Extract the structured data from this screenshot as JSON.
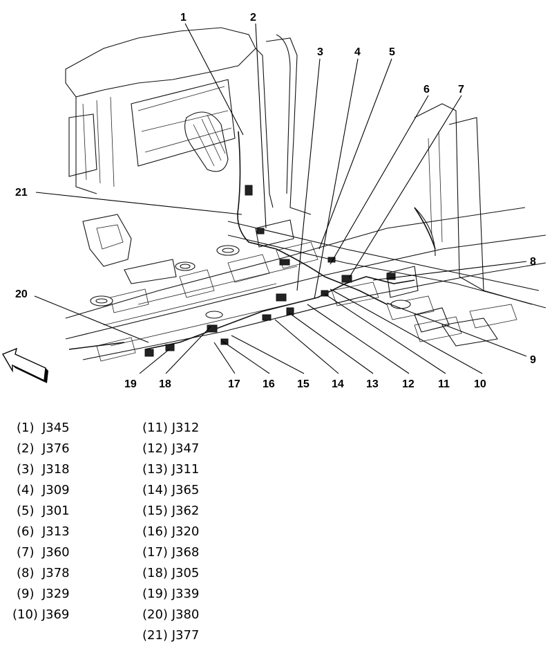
{
  "callouts": [
    "1",
    "2",
    "3",
    "4",
    "5",
    "6",
    "7",
    "8",
    "9",
    "10",
    "11",
    "12",
    "13",
    "14",
    "15",
    "16",
    "17",
    "18",
    "19",
    "20",
    "21"
  ],
  "legend": {
    "left": [
      {
        "num": "(1)",
        "code": "J345"
      },
      {
        "num": "(2)",
        "code": "J376"
      },
      {
        "num": "(3)",
        "code": "J318"
      },
      {
        "num": "(4)",
        "code": "J309"
      },
      {
        "num": "(5)",
        "code": "J301"
      },
      {
        "num": "(6)",
        "code": "J313"
      },
      {
        "num": "(7)",
        "code": "J360"
      },
      {
        "num": "(8)",
        "code": "J378"
      },
      {
        "num": "(9)",
        "code": "J329"
      },
      {
        "num": "(10)",
        "code": "J369"
      }
    ],
    "right": [
      {
        "num": "(11)",
        "code": "J312"
      },
      {
        "num": "(12)",
        "code": "J347"
      },
      {
        "num": "(13)",
        "code": "J311"
      },
      {
        "num": "(14)",
        "code": "J365"
      },
      {
        "num": "(15)",
        "code": "J362"
      },
      {
        "num": "(16)",
        "code": "J320"
      },
      {
        "num": "(17)",
        "code": "J368"
      },
      {
        "num": "(18)",
        "code": "J305"
      },
      {
        "num": "(19)",
        "code": "J339"
      },
      {
        "num": "(20)",
        "code": "J380"
      },
      {
        "num": "(21)",
        "code": "J377"
      }
    ]
  },
  "icons": {
    "direction_arrow": "front-direction-arrow-icon"
  }
}
